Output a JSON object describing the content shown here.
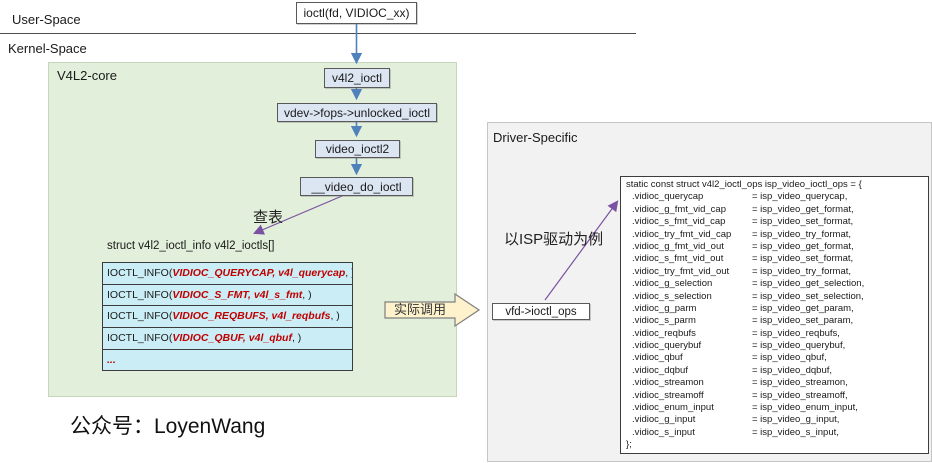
{
  "labels": {
    "user_space": "User-Space",
    "kernel_space": "Kernel-Space",
    "v4l2_core": "V4L2-core",
    "driver_specific": "Driver-Specific",
    "lookup": "查表",
    "actual_call": "实际调用",
    "isp_example": "以ISP驱动为例",
    "watermark": "公众号：LoyenWang"
  },
  "flow": {
    "entry": "ioctl(fd, VIDIOC_xx)",
    "chain": [
      "v4l2_ioctl",
      "vdev->fops->unlocked_ioctl",
      "video_ioctl2",
      "__video_do_ioctl"
    ],
    "driver_box": "vfd->ioctl_ops"
  },
  "ioctl_table": {
    "title": "struct v4l2_ioctl_info v4l2_ioctls[]",
    "rows": [
      {
        "prefix": "IOCTL_INFO(",
        "args": "VIDIOC_QUERYCAP, v4l_querycap",
        "suffix": ", )"
      },
      {
        "prefix": "IOCTL_INFO(",
        "args": "VIDIOC_S_FMT, v4l_s_fmt",
        "suffix": ", )"
      },
      {
        "prefix": "IOCTL_INFO(",
        "args": "VIDIOC_REQBUFS, v4l_reqbufs",
        "suffix": ", )"
      },
      {
        "prefix": "IOCTL_INFO(",
        "args": "VIDIOC_QBUF, v4l_qbuf",
        "suffix": ", )"
      },
      {
        "prefix": "",
        "args": "...",
        "suffix": ""
      }
    ]
  },
  "driver_code": {
    "header": "static const struct v4l2_ioctl_ops isp_video_ioctl_ops = {",
    "entries": [
      {
        "name": ".vidioc_querycap",
        "value": "= isp_video_querycap,"
      },
      {
        "name": ".vidioc_g_fmt_vid_cap",
        "value": "= isp_video_get_format,"
      },
      {
        "name": ".vidioc_s_fmt_vid_cap",
        "value": "= isp_video_set_format,"
      },
      {
        "name": ".vidioc_try_fmt_vid_cap",
        "value": "= isp_video_try_format,"
      },
      {
        "name": ".vidioc_g_fmt_vid_out",
        "value": "= isp_video_get_format,"
      },
      {
        "name": ".vidioc_s_fmt_vid_out",
        "value": "= isp_video_set_format,"
      },
      {
        "name": ".vidioc_try_fmt_vid_out",
        "value": "= isp_video_try_format,"
      },
      {
        "name": ".vidioc_g_selection",
        "value": "= isp_video_get_selection,"
      },
      {
        "name": ".vidioc_s_selection",
        "value": "= isp_video_set_selection,"
      },
      {
        "name": ".vidioc_g_parm",
        "value": "= isp_video_get_param,"
      },
      {
        "name": ".vidioc_s_parm",
        "value": "= isp_video_set_param,"
      },
      {
        "name": ".vidioc_reqbufs",
        "value": "= isp_video_reqbufs,"
      },
      {
        "name": ".vidioc_querybuf",
        "value": "= isp_video_querybuf,"
      },
      {
        "name": ".vidioc_qbuf",
        "value": "= isp_video_qbuf,"
      },
      {
        "name": ".vidioc_dqbuf",
        "value": "= isp_video_dqbuf,"
      },
      {
        "name": ".vidioc_streamon",
        "value": "= isp_video_streamon,"
      },
      {
        "name": ".vidioc_streamoff",
        "value": "= isp_video_streamoff,"
      },
      {
        "name": ".vidioc_enum_input",
        "value": "= isp_video_enum_input,"
      },
      {
        "name": ".vidioc_g_input",
        "value": "= isp_video_g_input,"
      },
      {
        "name": ".vidioc_s_input",
        "value": "= isp_video_s_input,"
      }
    ],
    "footer": "};"
  },
  "colors": {
    "arrow_blue": "#4f81bd",
    "arrow_purple": "#7b52a3",
    "panel_green": "#e2efda",
    "panel_gray": "#f2f2f2",
    "table_row_cyan": "#cbeef6",
    "block_arrow_fill": "#fdf2cc",
    "node_fill": "#dce6f2",
    "red_text": "#c00000"
  }
}
